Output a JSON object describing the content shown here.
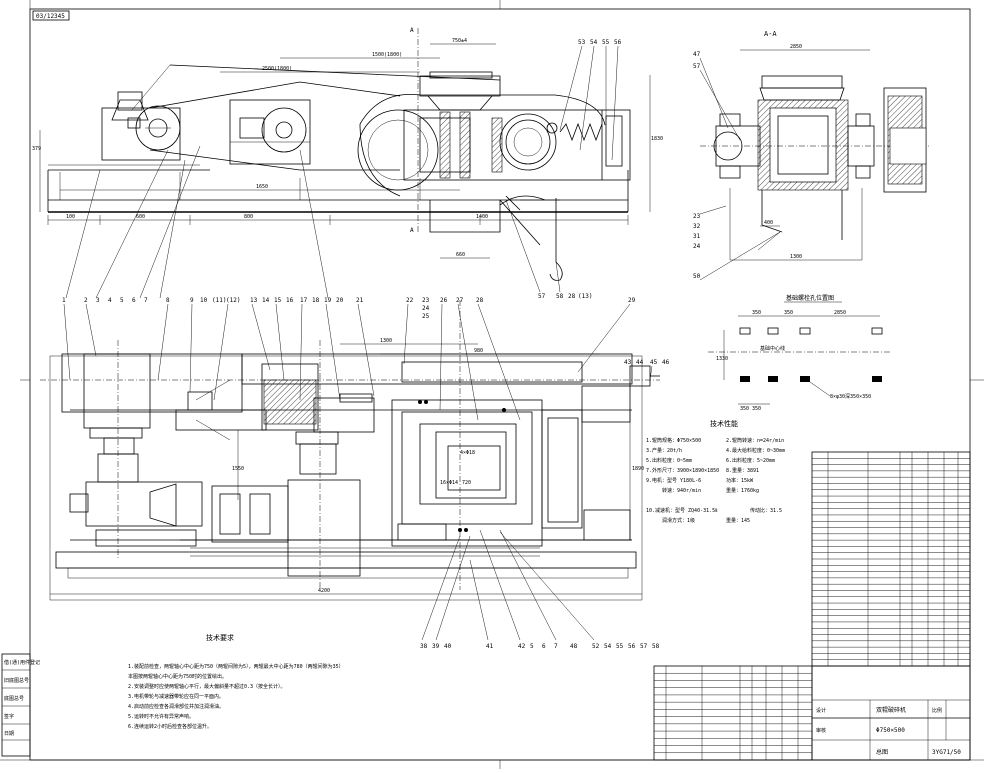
{
  "drawing": {
    "corner_code": "03/12345",
    "sheet_number": "3YG71/50",
    "section_label": "A-A",
    "layout_title": "基础螺栓孔位置图",
    "tech_spec_title": "技术性能",
    "tech_req_title": "技术要求",
    "section_markers": [
      "A",
      "A"
    ]
  },
  "tech_spec": [
    "1.辊筒规格：Φ750×500",
    "2.辊筒转速：n=24r/min",
    "3.产量：20t/h",
    "4.最大给料粒度：0~30mm",
    "5.出料粒度：0~5mm",
    "6.出料粒度：5~20mm",
    "7.外形尺寸：3900×1890×1850",
    "8.重量：3891",
    "9.电机：型号 Y180L-6",
    "功率：15kW",
    "转速：940r/min",
    "重量：1760kg",
    "10.减速机：型号 ZQ40-31.5Ⅱ",
    "传动比：31.5",
    "润滑方式：1级",
    "重量：145"
  ],
  "tech_requirements": [
    "1.装配前检查，两辊轴心中心距为750（两辊间隙为5），两辊最大中心距为780（两辊间隙为35）",
    "   本图按两辊轴心中心距为750时的位置绘出。",
    "2.安装调整时应使两辊轴心平行，最大偏斜量不超过0.3（按全长计）。",
    "3.电机带轮与减速器带轮应在同一平面内。",
    "4.启动前应检查各润滑部位并加注润滑油。",
    "5.运转时不允许有异常声响。",
    "6.连续运转2小时后检查各部位温升。"
  ],
  "title_block": {
    "name": "Φ750×500",
    "subtitle": "双辊破碎机",
    "designer": "设计",
    "checker": "审核",
    "scale": "比例",
    "sheet": "总图"
  },
  "left_side_stamps": [
    "借(通)用件登记",
    "旧底图总号",
    "底图总号",
    "签字",
    "日期"
  ],
  "dimensions": {
    "top_view": [
      "750±4",
      "2500(1800)",
      "1500(1800)",
      "379",
      "1830",
      "1650",
      "1400",
      "600",
      "800",
      "100"
    ],
    "plan_view": [
      "4200",
      "1300",
      "1550",
      "980",
      "1890",
      "720",
      "4×Φ18",
      "16×Φ14"
    ],
    "section_view": [
      "2850",
      "1300",
      "400"
    ],
    "layout": [
      "350",
      "350",
      "2850",
      "1330",
      "8×φ30深350×350",
      "基础中心线"
    ]
  },
  "callouts": {
    "top": [
      "53",
      "54",
      "55",
      "56",
      "57",
      "58",
      "1",
      "2",
      "3",
      "4",
      "5",
      "6",
      "7",
      "8",
      "9",
      "10"
    ],
    "section": [
      "47",
      "57",
      "23",
      "32",
      "31",
      "24",
      "50"
    ],
    "plan_top": [
      "1",
      "2",
      "3",
      "4",
      "5",
      "6",
      "7",
      "8",
      "9",
      "10",
      "(11)",
      "(12)",
      "13",
      "14",
      "15",
      "16",
      "17",
      "18",
      "19",
      "20",
      "21",
      "22",
      "23",
      "24",
      "25",
      "26",
      "27",
      "28",
      "29"
    ],
    "plan_right": [
      "43",
      "44",
      "45",
      "46"
    ],
    "plan_bottom": [
      "38",
      "39",
      "40",
      "41",
      "42",
      "5",
      "6",
      "7",
      "48",
      "52",
      "54",
      "55",
      "56",
      "57",
      "58"
    ]
  },
  "parts_list": {
    "rows": 34,
    "rows_bottom": 13
  },
  "colors": {
    "line": "#000000",
    "paper": "#ffffff"
  }
}
